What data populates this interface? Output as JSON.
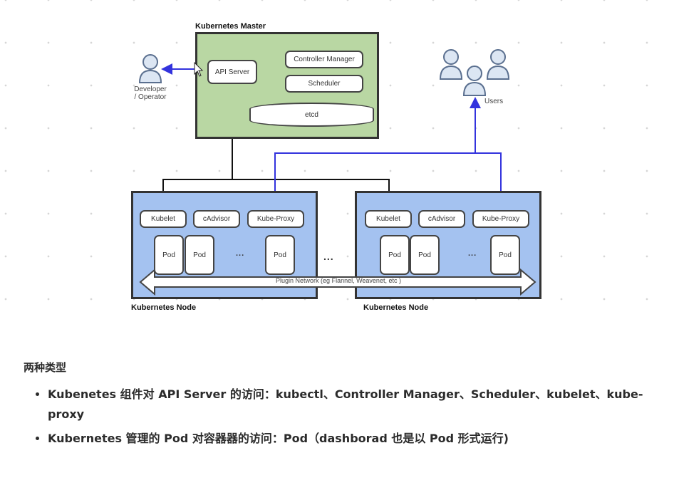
{
  "diagram": {
    "master": {
      "title": "Kubernetes Master",
      "api_server": "API Server",
      "controller_manager": "Controller Manager",
      "scheduler": "Scheduler",
      "etcd": "etcd"
    },
    "developer_label_line1": "Developer",
    "developer_label_line2": "/ Operator",
    "users_label": "Users",
    "nodes": [
      {
        "title": "Kubernetes Node",
        "components": [
          "Kubelet",
          "cAdvisor",
          "Kube-Proxy"
        ],
        "pods": [
          "Pod",
          "Pod",
          "Pod"
        ],
        "ellipsis": "..."
      },
      {
        "title": "Kubernetes Node",
        "components": [
          "Kubelet",
          "cAdvisor",
          "Kube-Proxy"
        ],
        "pods": [
          "Pod",
          "Pod",
          "Pod"
        ],
        "ellipsis": "..."
      }
    ],
    "between_nodes_ellipsis": "...",
    "plugin_network": "Plugin Network (eg Flannel, Weavenet, etc )",
    "colors": {
      "master_fill": "#b9d7a3",
      "node_fill": "#a4c2f0",
      "user_arrow": "#3333dd",
      "control_arrow": "#111111"
    }
  },
  "text": {
    "heading": "两种类型",
    "bullets": [
      "Kubenetes 组件对 API Server 的访问：kubectl、Controller Manager、Scheduler、kubelet、kube-proxy",
      "Kubernetes 管理的 Pod 对容器器的访问：Pod（dashborad 也是以 Pod 形式运行)"
    ]
  }
}
